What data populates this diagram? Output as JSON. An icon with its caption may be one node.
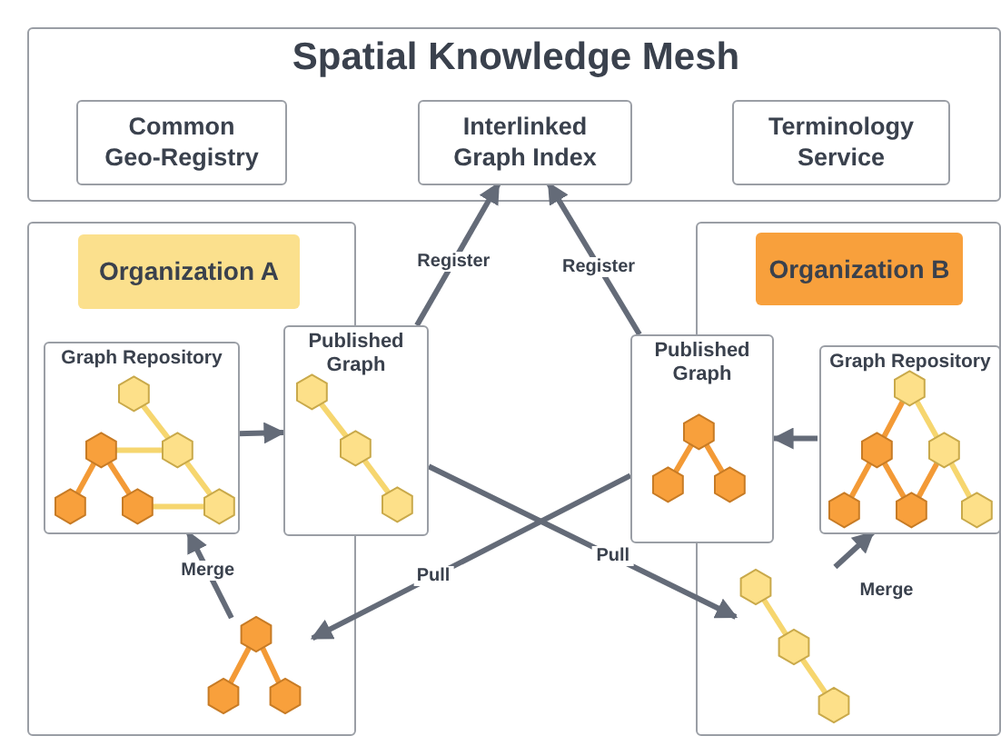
{
  "diagram": {
    "nodes": [
      {
        "text": [
          "Spatial Knowledge Mesh"
        ]
      },
      {
        "text": [
          "Common Geo-Registry"
        ],
        "in": 0
      },
      {
        "text": [
          "Interlinked Graph Index"
        ],
        "in": 0
      },
      {
        "text": [
          "Terminology Service"
        ],
        "in": 0
      },
      {
        "text": [],
        "shape": "box"
      },
      {
        "text": [
          "Organization A"
        ],
        "in": 4
      },
      {
        "text": [
          "Graph Repository"
        ],
        "in": 4
      },
      {
        "text": [
          "Published Graph"
        ]
      },
      {
        "text": [],
        "shape": "picture",
        "in": 4
      },
      {
        "text": [],
        "shape": "box"
      },
      {
        "text": [
          "Organization B"
        ],
        "in": 9
      },
      {
        "text": [
          "Graph Repository"
        ],
        "in": 9
      },
      {
        "text": [
          "Published Graph"
        ]
      },
      {
        "text": [],
        "shape": "picture",
        "in": 9
      }
    ],
    "edges": [
      {
        "from": 6,
        "to": 7,
        "arrow": "to"
      },
      {
        "from": 7,
        "to": 2,
        "arrow": "to",
        "label": "Register"
      },
      {
        "from": 12,
        "to": 2,
        "arrow": "to",
        "label": "Register"
      },
      {
        "from": 7,
        "to": 13,
        "arrow": "to",
        "label": "Pull"
      },
      {
        "from": 12,
        "to": 8,
        "arrow": "to",
        "label": "Pull"
      },
      {
        "from": 8,
        "to": 6,
        "arrow": "to",
        "label": "Merge"
      },
      {
        "from": 13,
        "to": 11,
        "arrow": "to",
        "label": "Merge"
      },
      {
        "from": 11,
        "to": 12,
        "arrow": "to"
      }
    ]
  }
}
